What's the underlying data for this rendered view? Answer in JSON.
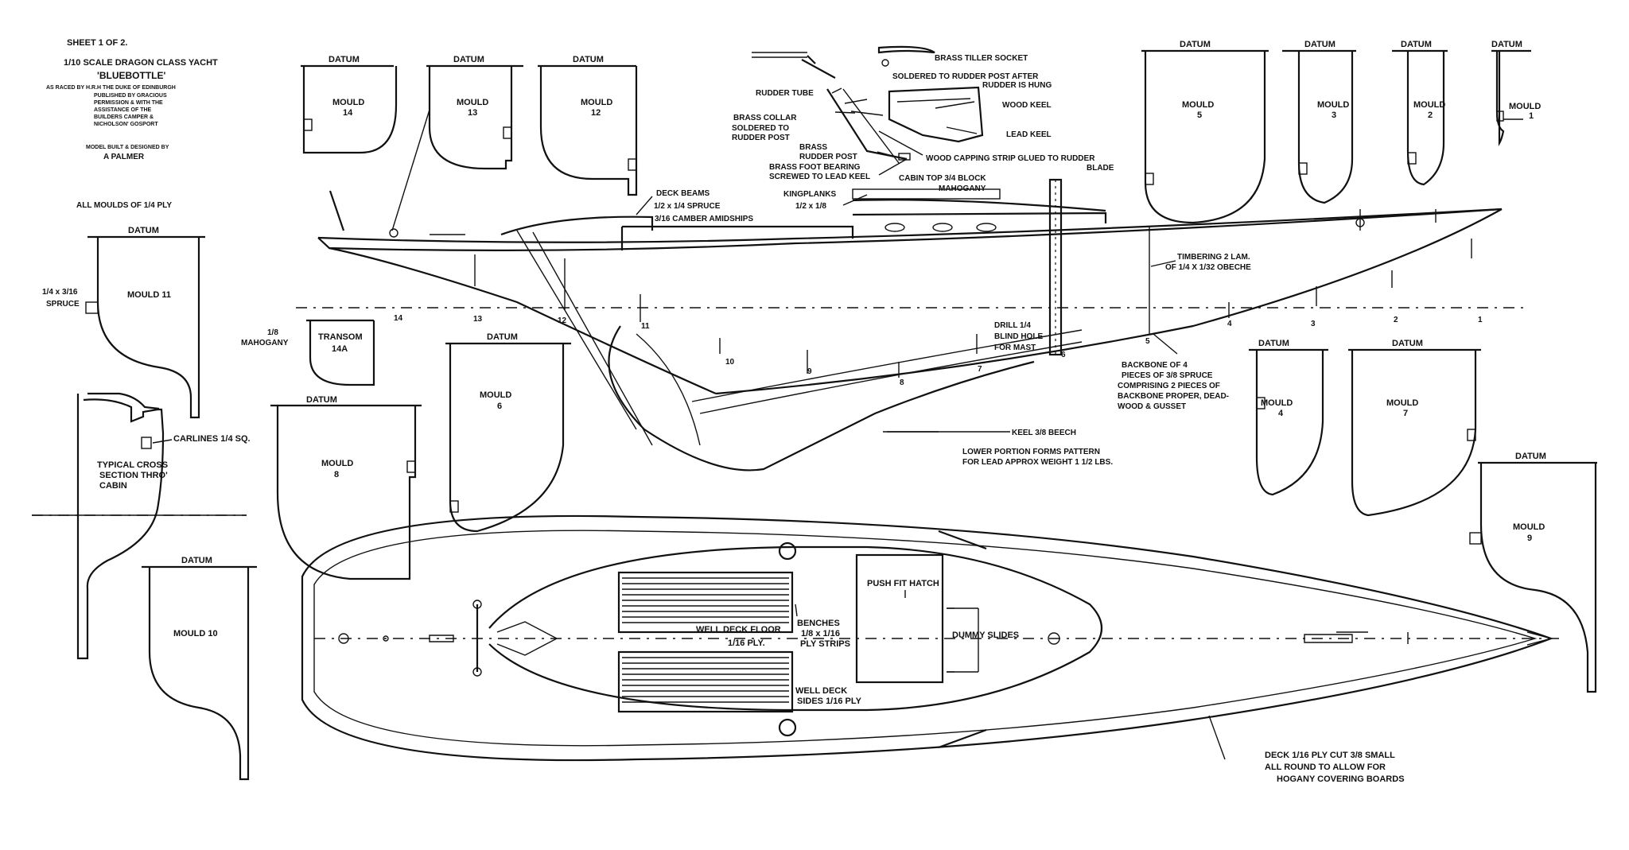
{
  "title_block": {
    "sheet": "SHEET 1 OF 2.",
    "scale_line": "1/10 SCALE DRAGON CLASS YACHT",
    "yacht_name": "'BLUEBOTTLE'",
    "raced_line": "AS RACED BY H.R.H THE DUKE OF EDINBURGH",
    "published_1": "PUBLISHED BY GRACIOUS",
    "published_2": "PERMISSION & WITH THE",
    "published_3": "ASSISTANCE OF THE",
    "published_4": "BUILDERS CAMPER &",
    "published_5": "NICHOLSON' GOSPORT",
    "designer_label": "MODEL BUILT & DESIGNED BY",
    "designer": "A PALMER",
    "moulds_note": "ALL MOULDS OF 1/4 PLY"
  },
  "datum_label": "DATUM",
  "moulds": {
    "m1": {
      "label": "MOULD",
      "num": "1"
    },
    "m2": {
      "label": "MOULD",
      "num": "2"
    },
    "m3": {
      "label": "MOULD",
      "num": "3"
    },
    "m4": {
      "label": "MOULD",
      "num": "4"
    },
    "m5": {
      "label": "MOULD",
      "num": "5"
    },
    "m6": {
      "label": "MOULD",
      "num": "6"
    },
    "m7": {
      "label": "MOULD",
      "num": "7"
    },
    "m8": {
      "label": "MOULD",
      "num": "8"
    },
    "m9": {
      "label": "MOULD",
      "num": "9"
    },
    "m10": {
      "label": "MOULD 10"
    },
    "m11": {
      "label": "MOULD 11"
    },
    "m12": {
      "label": "MOULD",
      "num": "12"
    },
    "m13": {
      "label": "MOULD",
      "num": "13"
    },
    "m14": {
      "label": "MOULD",
      "num": "14"
    },
    "transom": {
      "label": "TRANSOM",
      "num": "14A"
    }
  },
  "station_numbers": [
    "14",
    "13",
    "12",
    "11",
    "10",
    "9",
    "8",
    "7",
    "6",
    "5",
    "4",
    "3",
    "2",
    "1"
  ],
  "notes": {
    "spruce_1": "1/4 x 3/16",
    "spruce_2": "SPRUCE",
    "mahogany_1": "1/8",
    "mahogany_2": "MAHOGANY",
    "carlines": "CARLINES 1/4 SQ.",
    "cross_section_1": "TYPICAL CROSS",
    "cross_section_2": "SECTION THRO'",
    "cross_section_3": "CABIN",
    "deck_beams_1": "DECK BEAMS",
    "deck_beams_2": "1/2 x 1/4 SPRUCE",
    "deck_beams_3": "3/16 CAMBER AMIDSHIPS",
    "kingplanks_1": "KINGPLANKS",
    "kingplanks_2": "1/2 x 1/8",
    "cabin_top_1": "CABIN TOP 3/4 BLOCK",
    "cabin_top_2": "MAHOGANY",
    "tiller_socket": "BRASS TILLER SOCKET",
    "soldered_1": "SOLDERED TO RUDDER POST AFTER",
    "soldered_2": "RUDDER IS HUNG",
    "rudder_tube": "RUDDER TUBE",
    "brass_collar_1": "BRASS COLLAR",
    "brass_collar_2": "SOLDERED TO",
    "brass_collar_3": "RUDDER POST",
    "rudder_post_1": "BRASS",
    "rudder_post_2": "RUDDER POST",
    "foot_bearing_1": "BRASS FOOT BEARING",
    "foot_bearing_2": "SCREWED TO LEAD KEEL",
    "wood_keel": "WOOD KEEL",
    "lead_keel": "LEAD KEEL",
    "capping_1": "WOOD CAPPING STRIP GLUED TO RUDDER",
    "capping_2": "BLADE",
    "timbering_1": "TIMBERING 2 LAM.",
    "timbering_2": "OF 1/4 X 1/32 OBECHE",
    "drill_1": "DRILL 1/4",
    "drill_2": "BLIND HOLE",
    "drill_3": "FOR MAST",
    "backbone_1": "BACKBONE OF 4",
    "backbone_2": "PIECES OF 3/8 SPRUCE",
    "backbone_3": "COMPRISING 2 PIECES OF",
    "backbone_4": "BACKBONE PROPER, DEAD-",
    "backbone_5": "WOOD & GUSSET",
    "keel_1": "KEEL 3/8 BEECH",
    "keel_2": "LOWER PORTION FORMS PATTERN",
    "keel_3": "FOR LEAD APPROX WEIGHT 1 1/2 LBS.",
    "hatch": "PUSH FIT HATCH",
    "well_deck_1": "WELL DECK FLOOR",
    "well_deck_2": "1/16 PLY.",
    "benches_1": "BENCHES",
    "benches_2": "1/8 x 1/16",
    "benches_3": "PLY STRIPS",
    "dummy_slides": "DUMMY SLIDES",
    "wd_sides_1": "WELL DECK",
    "wd_sides_2": "SIDES 1/16 PLY",
    "deck_1": "DECK 1/16 PLY CUT 3/8 SMALL",
    "deck_2": "ALL ROUND TO ALLOW FOR",
    "deck_3": "HOGANY COVERING BOARDS"
  }
}
